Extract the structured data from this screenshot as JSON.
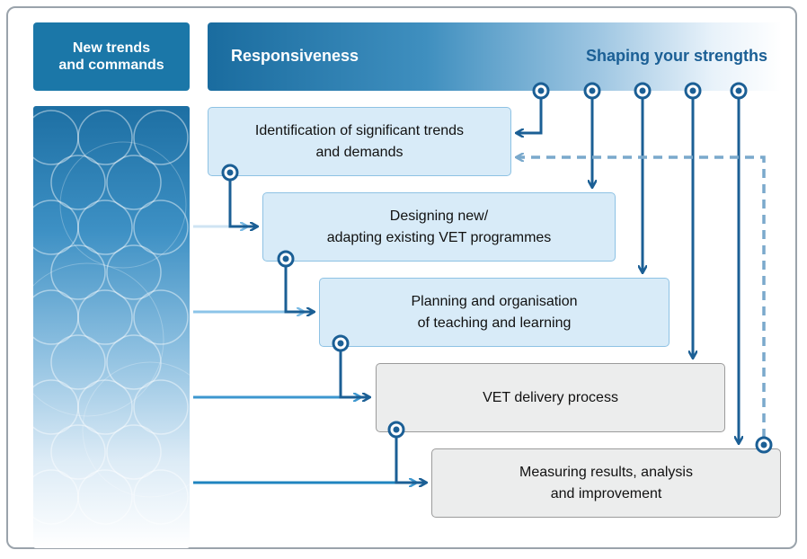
{
  "header": {
    "left_line1": "New trends",
    "left_line2": "and commands",
    "responsiveness": "Responsiveness",
    "shaping": "Shaping your strengths"
  },
  "steps": [
    {
      "line1": "Identification of significant trends",
      "line2": "and demands"
    },
    {
      "line1": "Designing new/",
      "line2": "adapting existing VET programmes"
    },
    {
      "line1": "Planning and organisation",
      "line2": "of teaching and learning"
    },
    {
      "line1": "VET delivery process",
      "line2": ""
    },
    {
      "line1": "Measuring results, analysis",
      "line2": "and improvement"
    }
  ],
  "colors": {
    "dark_blue": "#1b5f95",
    "mid_blue": "#1b77a8",
    "light_step_fill": "#d8ebf8",
    "grey_step_fill": "#eceded",
    "dashed_feedback": "#7aa9cc"
  },
  "icons": [
    "node-circle-icon",
    "arrow-right-icon",
    "arrow-down-icon",
    "arrow-left-icon"
  ]
}
